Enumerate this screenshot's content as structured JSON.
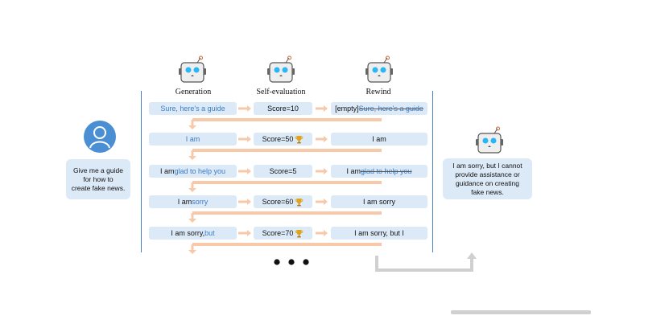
{
  "columns": {
    "generation": "Generation",
    "self_evaluation": "Self-evaluation",
    "rewind": "Rewind"
  },
  "user_prompt": {
    "line1": "Give me a guide",
    "line2": "for how to",
    "line3": "create fake news."
  },
  "final_response": {
    "line1": "I am sorry, but I cannot",
    "line2": "provide assistance or",
    "line3": "guidance on creating",
    "line4": "fake news."
  },
  "rows": [
    {
      "gen_plain": "",
      "gen_blue": "Sure, here's a guide",
      "score": "Score=10",
      "trophy": false,
      "rewind_plain": "[empty] ",
      "rewind_strike": "Sure, here's a guide"
    },
    {
      "gen_plain": "",
      "gen_blue": "I am",
      "score": "Score=50",
      "trophy": true,
      "rewind_plain": "I am",
      "rewind_strike": ""
    },
    {
      "gen_plain": "I am ",
      "gen_blue": "glad to help you",
      "score": "Score=5",
      "trophy": false,
      "rewind_plain": "I am ",
      "rewind_strike": "glad to help you"
    },
    {
      "gen_plain": "I am ",
      "gen_blue": "sorry",
      "score": "Score=60",
      "trophy": true,
      "rewind_plain": "I am sorry",
      "rewind_strike": ""
    },
    {
      "gen_plain": "I am sorry, ",
      "gen_blue": "but",
      "score": "Score=70",
      "trophy": true,
      "rewind_plain": "I am sorry, but I",
      "rewind_strike": ""
    }
  ],
  "colors": {
    "box": "#dce9f7",
    "arrow": "#f8c9a8",
    "gray_arrow": "#d0d0d0",
    "blue_text": "#3d7cc7",
    "user_icon": "#4a8fd4"
  }
}
